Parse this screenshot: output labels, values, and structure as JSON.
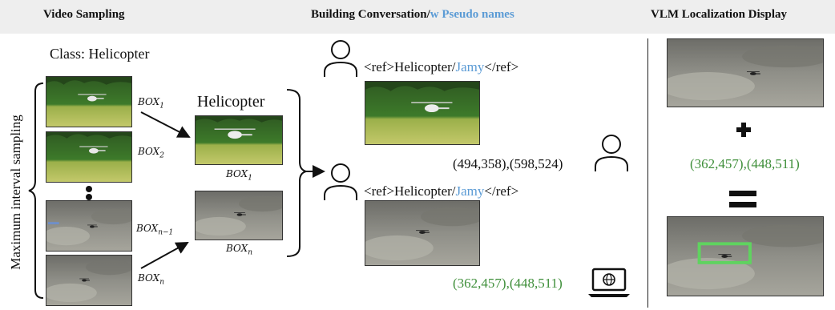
{
  "headers": {
    "video_sampling": "Video Sampling",
    "building_conversation": "Building Conversation/",
    "pseudo_names": "w Pseudo names",
    "vlm_display": "VLM Localization Display"
  },
  "video_sampling": {
    "class_label": "Class: Helicopter",
    "axis_label": "Maximum interval sampling",
    "frame_labels": [
      {
        "base": "BOX",
        "sub": "1"
      },
      {
        "base": "BOX",
        "sub": "2"
      },
      {
        "base": "BOX",
        "sub": "n−1"
      },
      {
        "base": "BOX",
        "sub": "n"
      }
    ],
    "crop_title": "Helicopter",
    "crop_labels": [
      {
        "base": "BOX",
        "sub": "1"
      },
      {
        "base": "BOX",
        "sub": "n"
      }
    ]
  },
  "conversation": {
    "query1": {
      "prefix": "<ref>Helicopter/",
      "pseudo": "Jamy",
      "suffix": "</ref>"
    },
    "answer1": "(494,358),(598,524)",
    "query2": {
      "prefix": "<ref>Helicopter/",
      "pseudo": "Jamy",
      "suffix": "</ref>"
    },
    "answer2": "(362,457),(448,511)"
  },
  "display": {
    "coords": "(362,457),(448,511)"
  },
  "colors": {
    "accent_blue": "#5b9bd5",
    "coords_green": "#3f8f3a",
    "bbox_green": "#5fd35f",
    "header_band": "#eeeeee"
  },
  "icons": [
    "user-icon",
    "laptop-globe-icon",
    "plus-icon",
    "equals-icon",
    "arrow-icon"
  ]
}
